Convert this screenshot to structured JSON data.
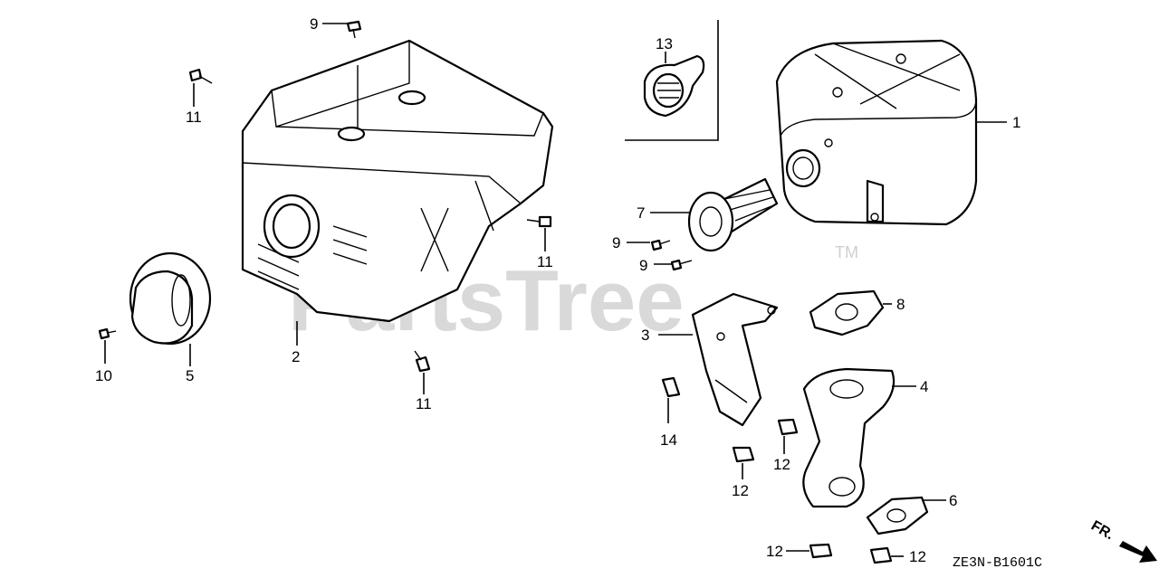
{
  "watermark": {
    "text": "PartsTree",
    "trademark": "TM"
  },
  "diagram_code": "ZE3N-B1601C",
  "direction_marker": "FR.",
  "callouts": [
    {
      "id": "c1",
      "label": "1"
    },
    {
      "id": "c2",
      "label": "2"
    },
    {
      "id": "c3",
      "label": "3"
    },
    {
      "id": "c4",
      "label": "4"
    },
    {
      "id": "c5",
      "label": "5"
    },
    {
      "id": "c6",
      "label": "6"
    },
    {
      "id": "c7",
      "label": "7"
    },
    {
      "id": "c8",
      "label": "8"
    },
    {
      "id": "c9a",
      "label": "9"
    },
    {
      "id": "c9b",
      "label": "9"
    },
    {
      "id": "c9c",
      "label": "9"
    },
    {
      "id": "c10",
      "label": "10"
    },
    {
      "id": "c11a",
      "label": "11"
    },
    {
      "id": "c11b",
      "label": "11"
    },
    {
      "id": "c11c",
      "label": "11"
    },
    {
      "id": "c12a",
      "label": "12"
    },
    {
      "id": "c12b",
      "label": "12"
    },
    {
      "id": "c12c",
      "label": "12"
    },
    {
      "id": "c12d",
      "label": "12"
    },
    {
      "id": "c13",
      "label": "13"
    },
    {
      "id": "c14",
      "label": "14"
    }
  ]
}
